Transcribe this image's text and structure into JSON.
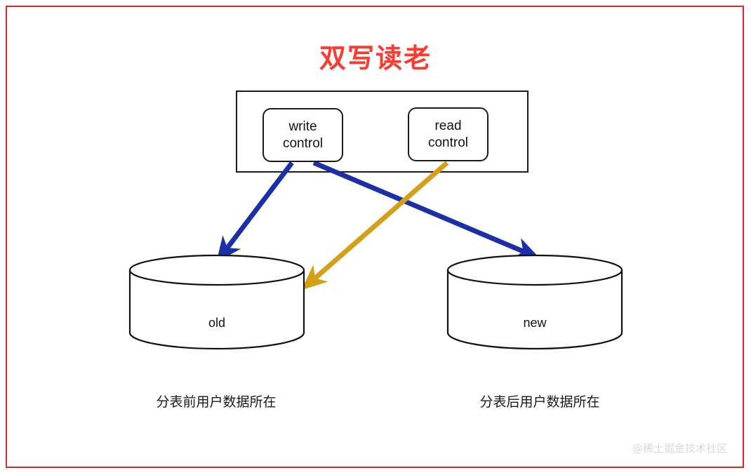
{
  "diagram": {
    "title": "双写读老",
    "title_color": "#fc3b30",
    "border_color": "#d42a2a",
    "background": "#ffffff"
  },
  "controls": {
    "frame_name": "controls-container",
    "boxes": [
      {
        "id": "write-control",
        "line1": "write",
        "line2": "control"
      },
      {
        "id": "read-control",
        "line1": "read",
        "line2": "control"
      }
    ]
  },
  "datastores": [
    {
      "id": "old-datastore",
      "label": "old",
      "caption": "分表前用户数据所在"
    },
    {
      "id": "new-datastore",
      "label": "new",
      "caption": "分表后用户数据所在"
    }
  ],
  "arrows": [
    {
      "id": "write-to-old",
      "from": "write control",
      "to": "old",
      "color": "#1b30a8"
    },
    {
      "id": "write-to-new",
      "from": "write control",
      "to": "new",
      "color": "#1b30a8"
    },
    {
      "id": "read-to-old",
      "from": "read control",
      "to": "old",
      "color": "#d4a017"
    }
  ],
  "colors": {
    "write_arrow": "#1b30a8",
    "read_arrow": "#d4a017",
    "stroke": "#1a1a1a"
  },
  "watermark": "@稀土掘金技术社区"
}
